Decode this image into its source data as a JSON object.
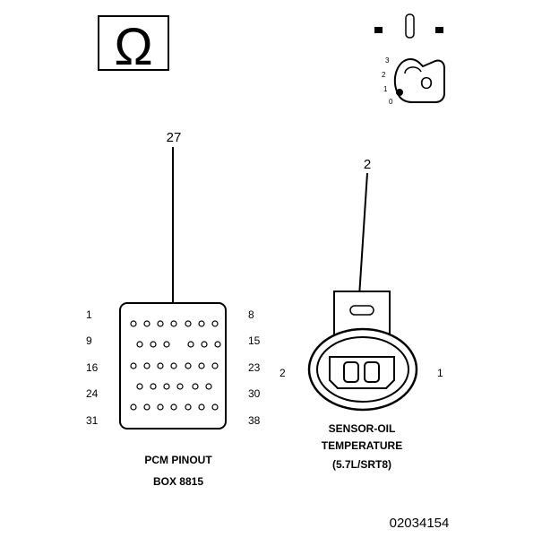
{
  "ohm_symbol": "Ω",
  "key_switch": {
    "positions": [
      "3",
      "2",
      "1",
      "0"
    ],
    "key_letter": "O"
  },
  "pcm": {
    "callout": "27",
    "row_start_labels": [
      "1",
      "9",
      "16",
      "24",
      "31"
    ],
    "row_end_labels": [
      "8",
      "15",
      "23",
      "30",
      "38"
    ],
    "title_line1": "PCM PINOUT",
    "title_line2": "BOX 8815"
  },
  "sensor": {
    "callout": "2",
    "pin_left": "2",
    "pin_right": "1",
    "title_line1": "SENSOR-OIL",
    "title_line2": "TEMPERATURE",
    "title_line3": "(5.7L/SRT8)"
  },
  "figure_id": "02034154"
}
